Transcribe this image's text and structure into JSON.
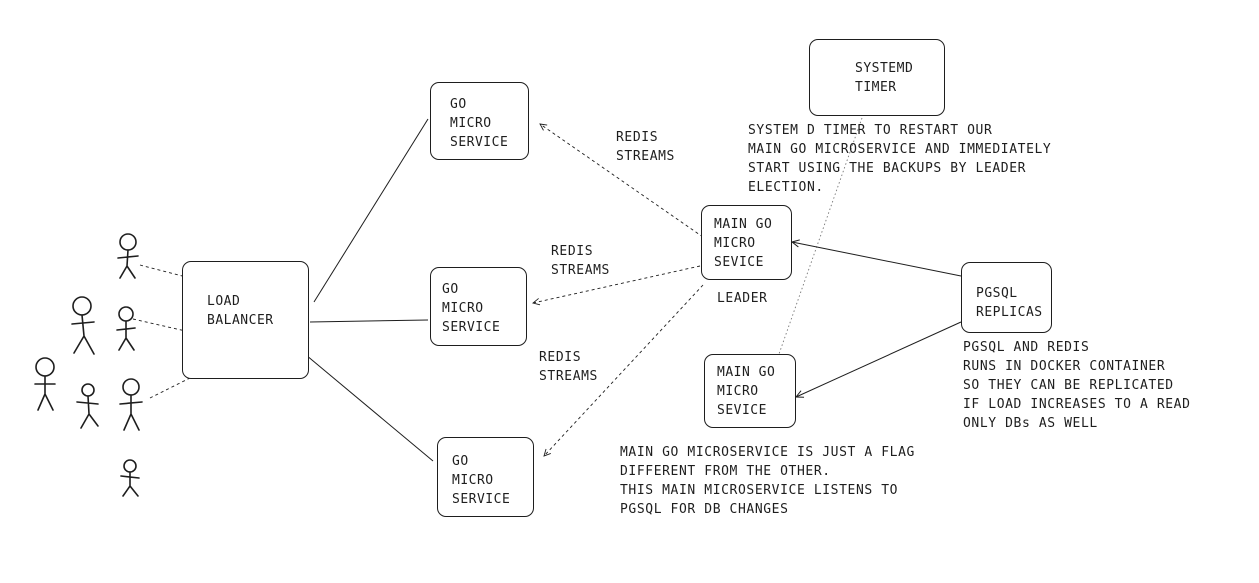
{
  "nodes": {
    "load_balancer": "LOAD\nBALANCER",
    "go_service_top": "GO\nMICRO\nSERVICE",
    "go_service_middle": "GO\nMICRO\nSERVICE",
    "go_service_bottom": "GO\nMICRO\nSERVICE",
    "main_go_leader": "MAIN GO\nMICRO\nSEVICE",
    "main_go_backup": "MAIN GO\nMICRO\nSEVICE",
    "systemd_timer": "SYSTEMD\nTIMER",
    "pgsql_replicas": "PGSQL\nREPLICAS"
  },
  "edge_labels": {
    "redis_top": "REDIS\nSTREAMS",
    "redis_middle": "REDIS\nSTREAMS",
    "redis_bottom": "REDIS\nSTREAMS",
    "leader": "LEADER"
  },
  "notes": {
    "systemd": "SYSTEM D TIMER TO RESTART OUR\nMAIN GO MICROSERVICE AND IMMEDIATELY\nSTART USING THE BACKUPS BY LEADER\nELECTION.",
    "pgsql": "PGSQL AND REDIS\nRUNS IN DOCKER CONTAINER\nSO THEY CAN BE REPLICATED\nIF LOAD INCREASES TO A READ\nONLY DBs AS WELL",
    "main_service": "MAIN GO MICROSERVICE IS JUST A FLAG\nDIFFERENT FROM THE OTHER.\nTHIS MAIN MICROSERVICE LISTENS TO\nPGSQL FOR DB CHANGES"
  },
  "colors": {
    "stroke": "#1e1e1e",
    "background": "#ffffff"
  },
  "icons": [
    "user-stick-figure-icon"
  ]
}
